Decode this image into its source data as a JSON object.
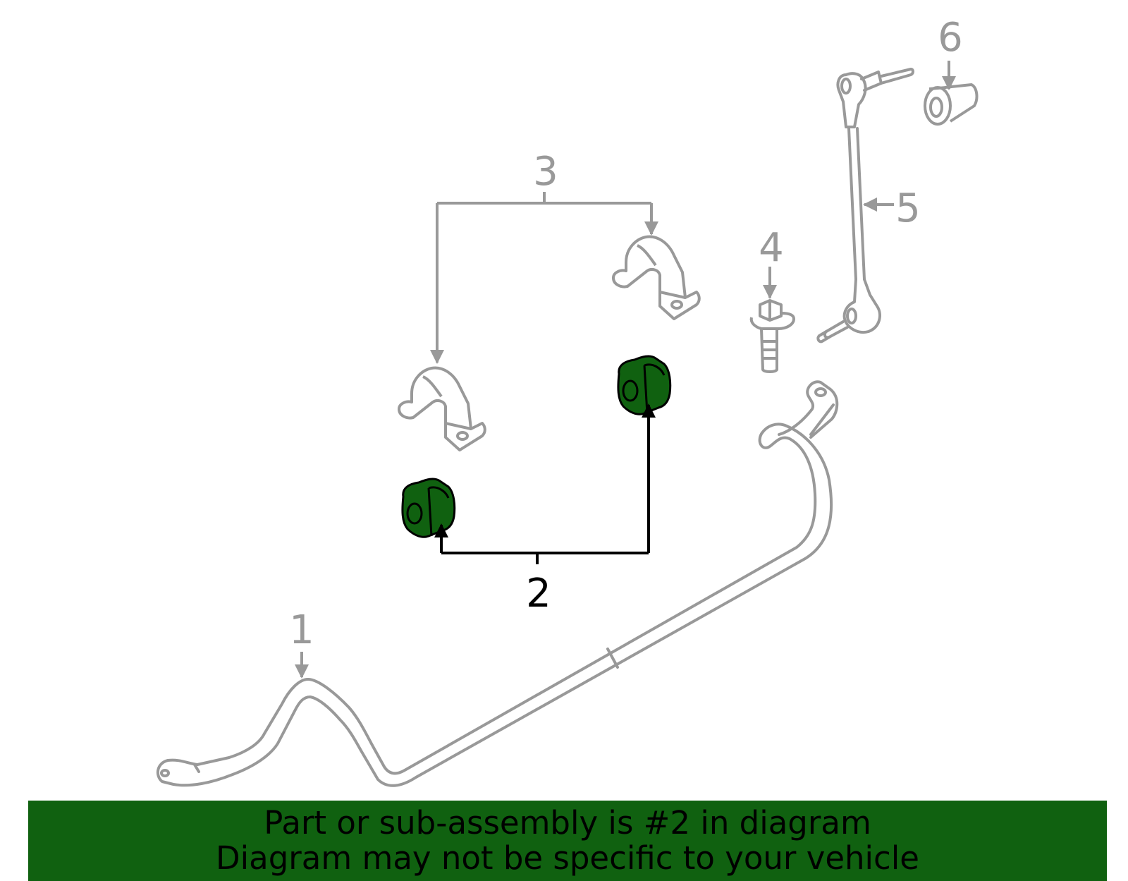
{
  "callouts": {
    "part1": "1",
    "part2": "2",
    "part3": "3",
    "part4": "4",
    "part5": "5",
    "part6": "6"
  },
  "banner": {
    "line1": "Part or sub-assembly is #2 in diagram",
    "line2": "Diagram may not be specific to your vehicle"
  },
  "colors": {
    "line_gray": "#999999",
    "highlight_green": "#106110",
    "banner_bg": "#106110",
    "text_black": "#000000"
  }
}
